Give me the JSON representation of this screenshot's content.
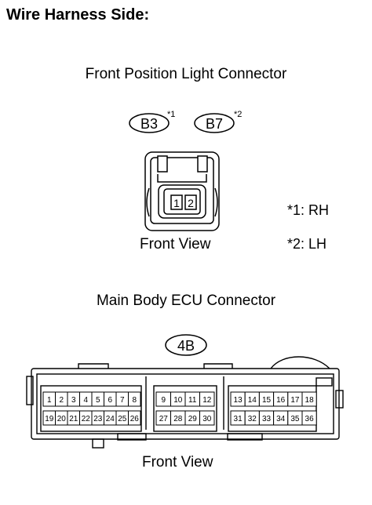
{
  "title": "Wire Harness Side:",
  "front_connector": {
    "title": "Front Position Light Connector",
    "codes": [
      {
        "code": "B3",
        "note_ref": "*1"
      },
      {
        "code": "B7",
        "note_ref": "*2"
      }
    ],
    "pins": [
      "1",
      "2"
    ],
    "view_label": "Front View",
    "notes": [
      "*1: RH",
      "*2: LH"
    ]
  },
  "ecu_connector": {
    "title": "Main Body ECU Connector",
    "code": "4B",
    "groups": [
      {
        "top": [
          "1",
          "2",
          "3",
          "4",
          "5",
          "6",
          "7",
          "8"
        ],
        "bottom": [
          "19",
          "20",
          "21",
          "22",
          "23",
          "24",
          "25",
          "26"
        ]
      },
      {
        "top": [
          "9",
          "10",
          "11",
          "12"
        ],
        "bottom": [
          "27",
          "28",
          "29",
          "30"
        ]
      },
      {
        "top": [
          "13",
          "14",
          "15",
          "16",
          "17",
          "18"
        ],
        "bottom": [
          "31",
          "32",
          "33",
          "34",
          "35",
          "36"
        ]
      }
    ],
    "view_label": "Front View"
  }
}
